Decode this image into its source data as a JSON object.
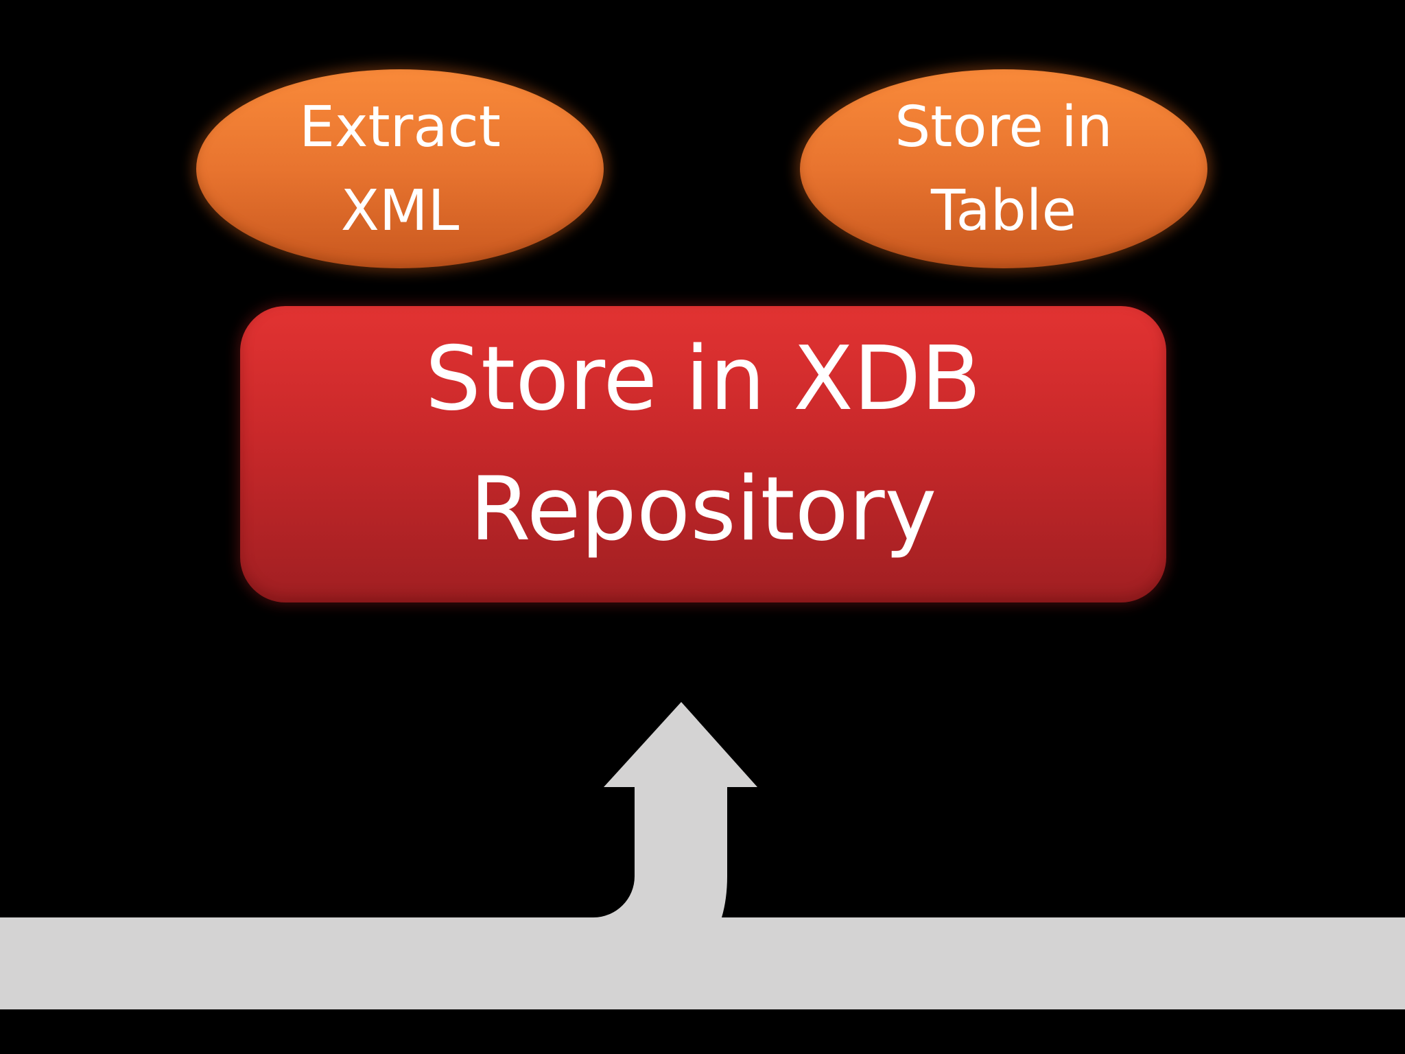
{
  "diagram": {
    "nodes": [
      {
        "id": "extract-xml",
        "shape": "ellipse",
        "lines": [
          "Extract",
          "XML"
        ]
      },
      {
        "id": "store-in-table",
        "shape": "ellipse",
        "lines": [
          "Store in",
          "Table"
        ]
      },
      {
        "id": "store-in-xdb",
        "shape": "rounded-rectangle",
        "lines": [
          "Store in XDB",
          "Repository"
        ]
      }
    ],
    "edges": [
      {
        "from": "input-flow",
        "to": "store-in-xdb",
        "style": "block-arrow-up"
      }
    ]
  },
  "colors": {
    "background": "#000000",
    "oval_fill": "#e8742f",
    "box_fill": "#c8282a",
    "flow_arrow": "#d4d3d3",
    "text": "#ffffff"
  }
}
